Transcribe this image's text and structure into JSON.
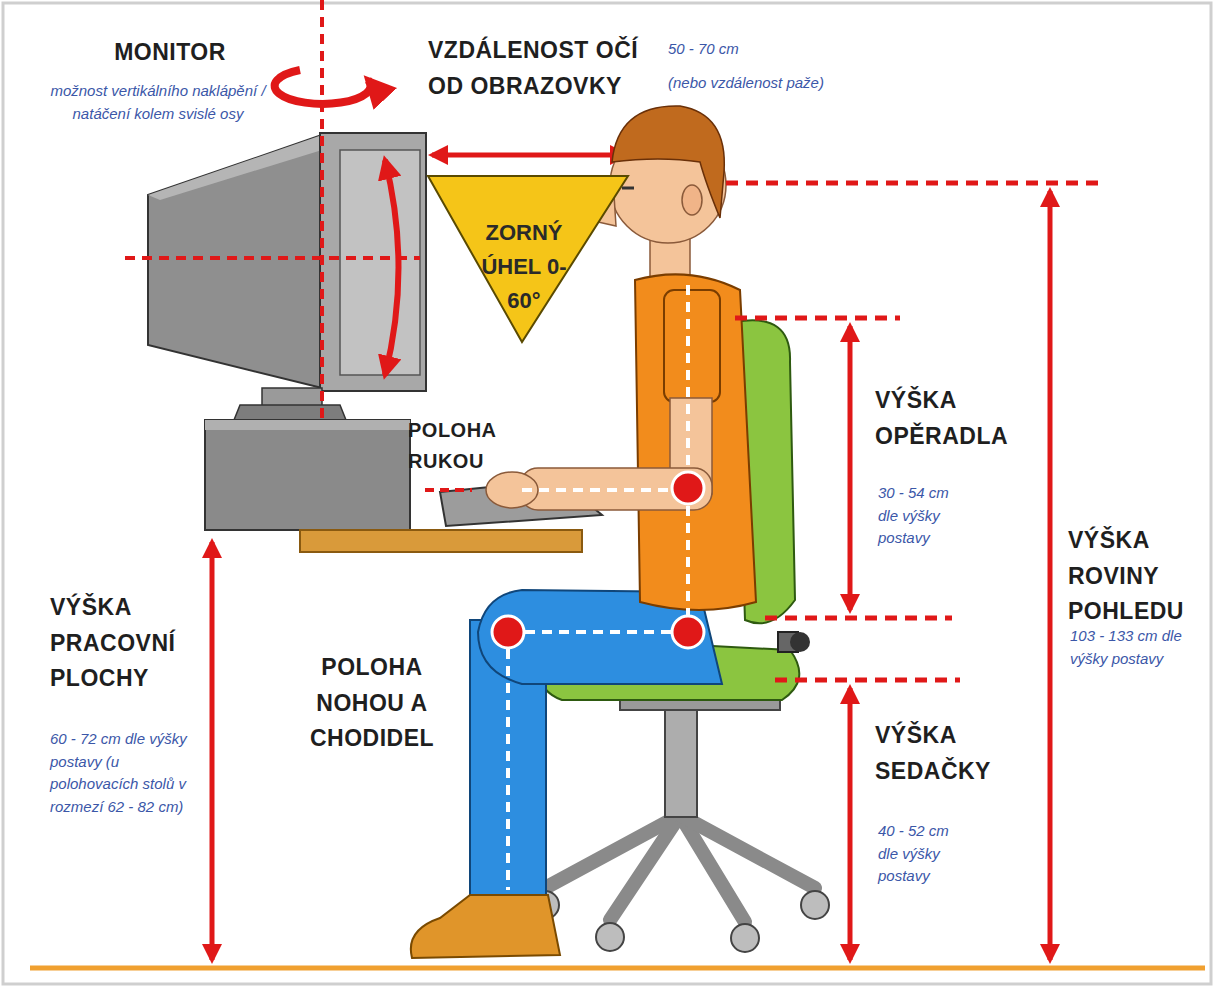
{
  "diagram": {
    "nodes": [
      {
        "text": [
          "ZORNÝ ÚHEL 0-60°"
        ]
      }
    ],
    "labels": [
      "MONITOR",
      "možnost vertikálního naklápění / natáčení kolem svislé osy",
      "VZDÁLENOST OČÍ OD OBRAZOVKY",
      "50 - 70 cm",
      "(nebo vzdálenost paže)",
      "POLOHA RUKOU",
      "VÝŠKA OPĚRADLA",
      "30 - 54 cm dle výšky postavy",
      "VÝŠKA ROVINY POHLEDU",
      "103 - 133 cm dle výšky postavy",
      "VÝŠKA PRACOVNÍ PLOCHY",
      "60 - 72 cm dle výšky postavy (u polohovacích stolů v rozmezí 62 - 82 cm)",
      "POLOHA NOHOU A CHODIDEL",
      "VÝŠKA SEDAČKY",
      "40 - 52 cm dle výšky postavy"
    ]
  }
}
